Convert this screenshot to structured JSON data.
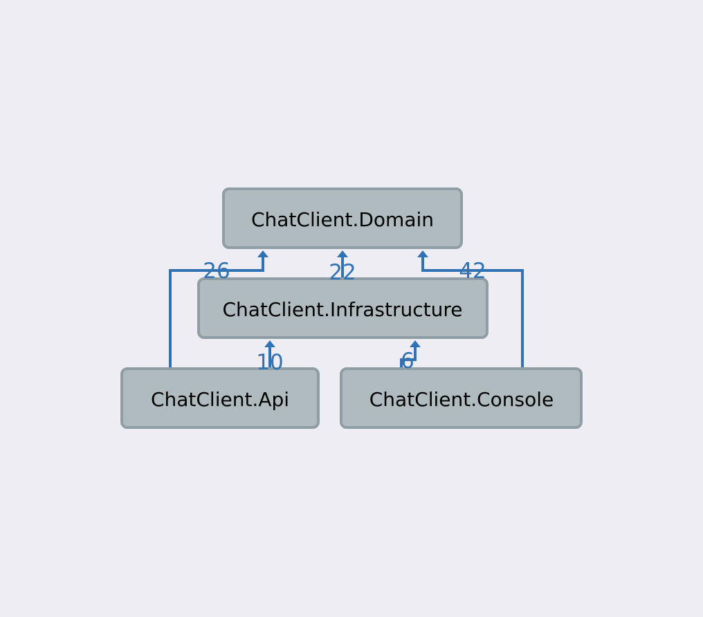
{
  "colors": {
    "background": "#eeedf3",
    "node_fill": "#afbbbf",
    "node_border": "#8e9ea4",
    "edge": "#3072b3"
  },
  "nodes": {
    "domain": {
      "label": "ChatClient.Domain"
    },
    "infrastructure": {
      "label": "ChatClient.Infrastructure"
    },
    "api": {
      "label": "ChatClient.Api"
    },
    "console": {
      "label": "ChatClient.Console"
    }
  },
  "edges": {
    "api_to_domain": {
      "from": "ChatClient.Api",
      "to": "ChatClient.Domain",
      "count": "26"
    },
    "infrastructure_to_domain": {
      "from": "ChatClient.Infrastructure",
      "to": "ChatClient.Domain",
      "count": "22"
    },
    "console_to_domain": {
      "from": "ChatClient.Console",
      "to": "ChatClient.Domain",
      "count": "42"
    },
    "api_to_infrastructure": {
      "from": "ChatClient.Api",
      "to": "ChatClient.Infrastructure",
      "count": "10"
    },
    "console_to_infrastructure": {
      "from": "ChatClient.Console",
      "to": "ChatClient.Infrastructure",
      "count": "6"
    }
  }
}
